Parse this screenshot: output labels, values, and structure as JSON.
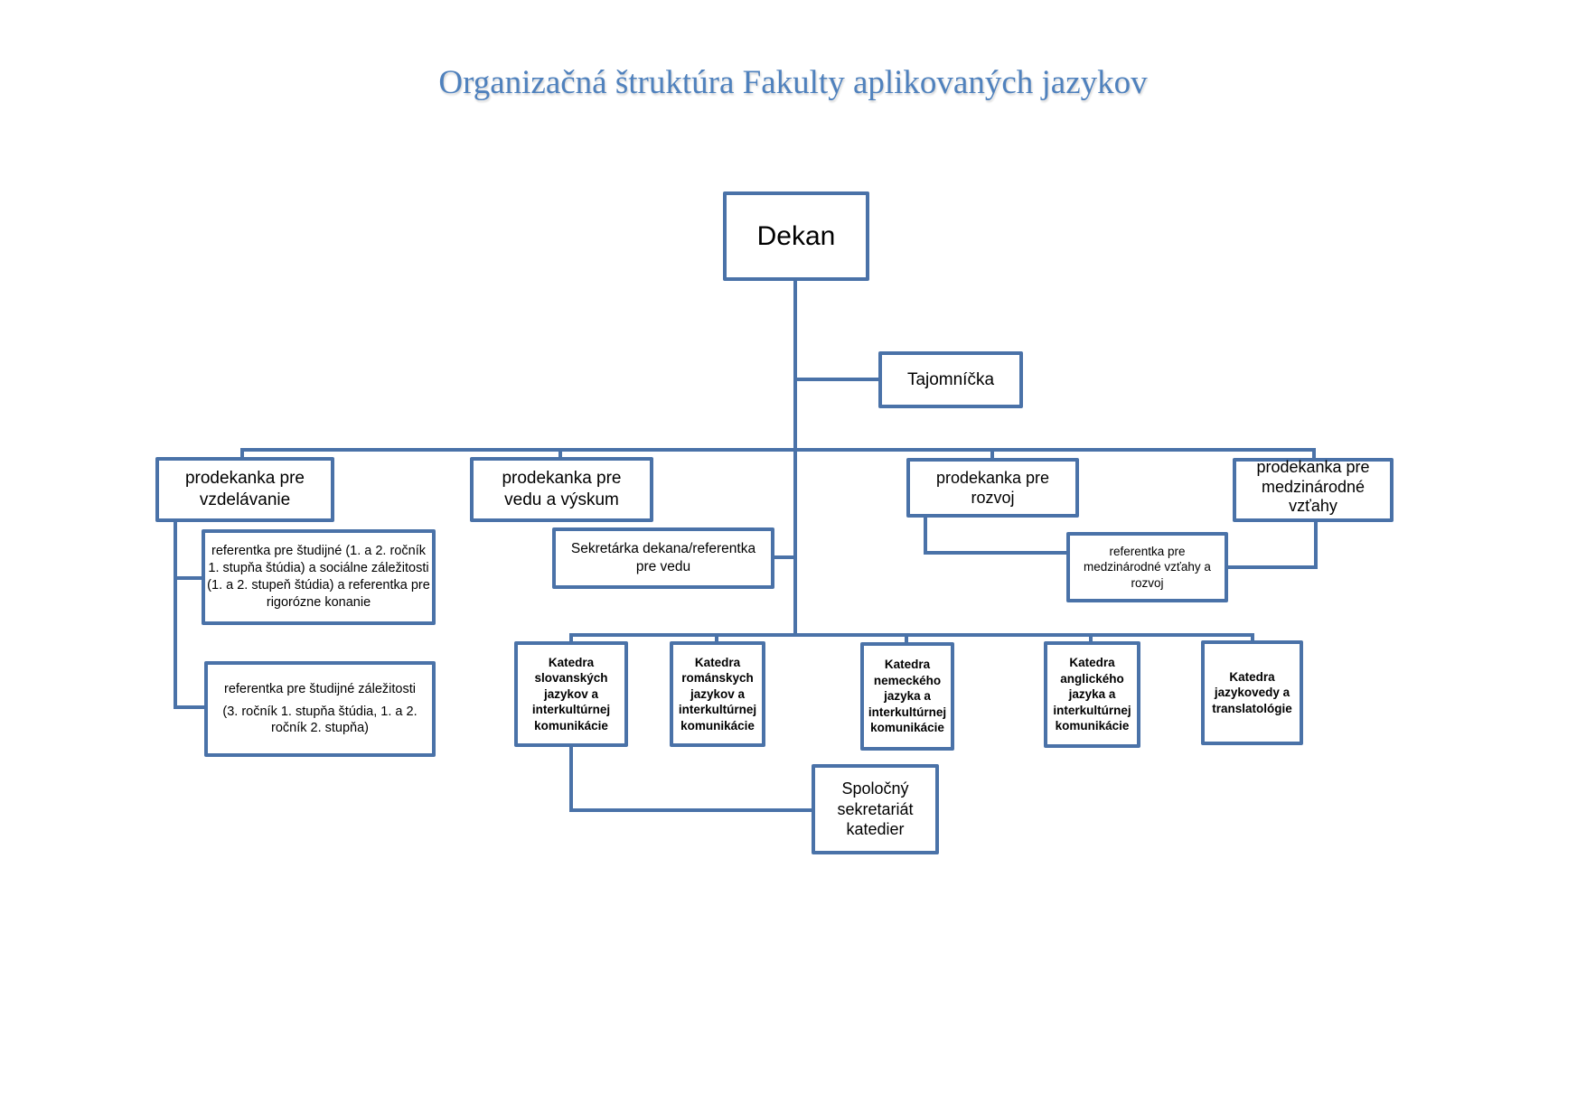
{
  "title": "Organizačná štruktúra Fakulty aplikovaných jazykov",
  "colors": {
    "title": "#4f81bd",
    "line": "#4a72a8",
    "box_border": "#4a72a8"
  },
  "nodes": {
    "dekan": "Dekan",
    "tajomnicka": "Tajomníčka",
    "prodekanka_vzdelavanie": "prodekanka pre vzdelávanie",
    "prodekanka_veda": "prodekanka pre vedu a výskum",
    "prodekanka_rozvoj": "prodekanka pre rozvoj",
    "prodekanka_medzinarodne": "prodekanka pre medzinárodné vzťahy",
    "referentka_studijne_1": "referentka pre študijné (1. a 2. ročník 1. stupňa štúdia) a sociálne záležitosti  (1. a 2. stupeň štúdia) a referentka pre rigorózne konanie",
    "referentka_studijne_2_line1": "referentka pre študijné záležitosti",
    "referentka_studijne_2_line2": "(3. ročník 1. stupňa štúdia, 1. a 2. ročník 2. stupňa)",
    "sekretarka": "Sekretárka dekana/referentka pre vedu",
    "referentka_medzinarodne": "referentka pre medzinárodné vzťahy a rozvoj",
    "katedry": [
      "Katedra slovanských jazykov a interkultúrnej komunikácie",
      "Katedra románskych jazykov a interkultúrnej komunikácie",
      "Katedra nemeckého jazyka a interkultúrnej komunikácie",
      "Katedra anglického jazyka a interkultúrnej komunikácie",
      "Katedra jazykovedy a translatológie"
    ],
    "spolocny_sekretariat": "Spoločný sekretariát katedier"
  }
}
